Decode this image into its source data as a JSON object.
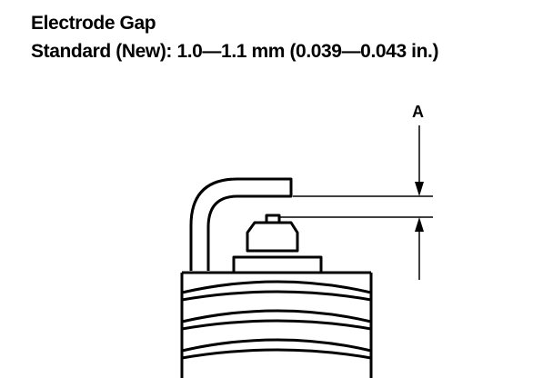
{
  "title": "Electrode Gap",
  "spec_line": "Standard (New): 1.0—1.1 mm (0.039—0.043 in.)",
  "dimension_label": "A",
  "colors": {
    "ink": "#000000",
    "paper": "#ffffff"
  }
}
